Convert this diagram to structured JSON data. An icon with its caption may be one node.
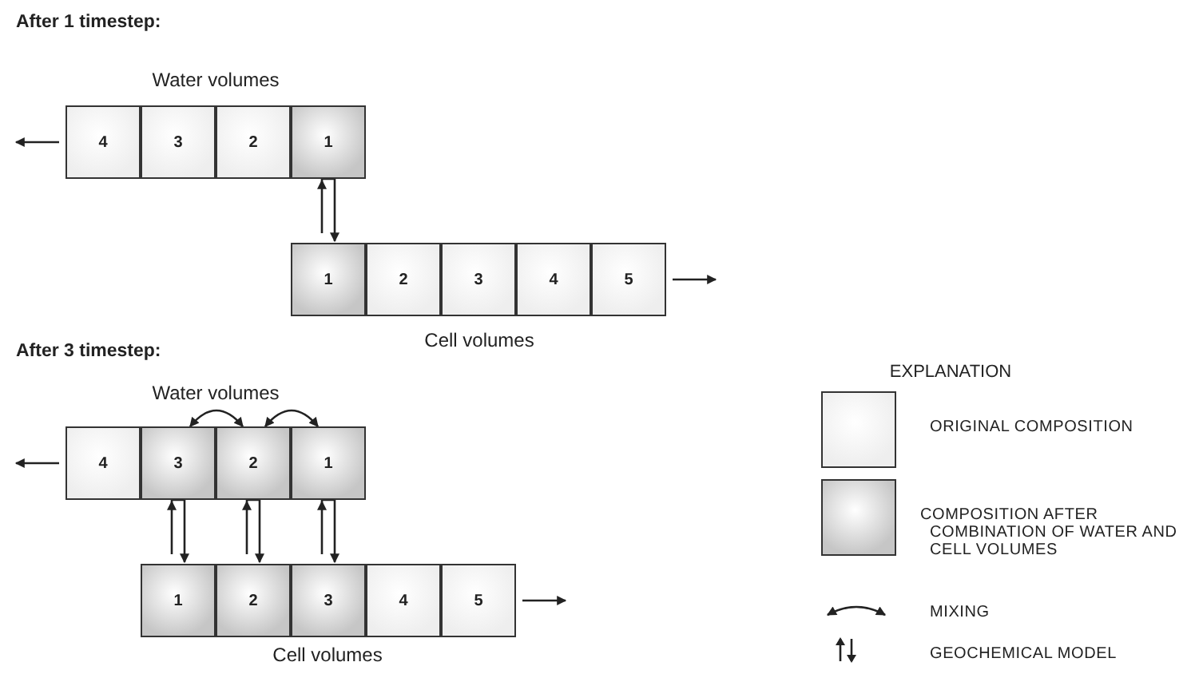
{
  "diagram": {
    "nodes": [
      {
        "text": [
          "4"
        ]
      },
      {
        "text": [
          "3"
        ]
      },
      {
        "text": [
          "2"
        ]
      },
      {
        "text": [
          "1"
        ]
      },
      {
        "text": [
          "1"
        ]
      },
      {
        "text": [
          "2"
        ]
      },
      {
        "text": [
          "3"
        ]
      },
      {
        "text": [
          "4"
        ]
      },
      {
        "text": [
          "5"
        ]
      },
      {
        "text": [
          "4"
        ]
      },
      {
        "text": [
          "3"
        ]
      },
      {
        "text": [
          "2"
        ]
      },
      {
        "text": [
          "1"
        ]
      },
      {
        "text": [
          "1"
        ]
      },
      {
        "text": [
          "2"
        ]
      },
      {
        "text": [
          "3"
        ]
      },
      {
        "text": [
          "4"
        ]
      },
      {
        "text": [
          "5"
        ]
      }
    ],
    "edges": [
      {
        "from": 3,
        "to": 4,
        "arrow": "both"
      },
      {
        "from": 0,
        "to": null,
        "arrow": "to"
      },
      {
        "from": 8,
        "to": null,
        "arrow": "to"
      },
      {
        "from": 10,
        "to": 13,
        "arrow": "both"
      },
      {
        "from": 11,
        "to": 14,
        "arrow": "both"
      },
      {
        "from": 12,
        "to": 15,
        "arrow": "both"
      },
      {
        "from": 10,
        "to": 11,
        "arrow": "both"
      },
      {
        "from": 11,
        "to": 12,
        "arrow": "both"
      },
      {
        "from": 9,
        "to": null,
        "arrow": "to"
      },
      {
        "from": 17,
        "to": null,
        "arrow": "to"
      }
    ],
    "labels": [
      "After 1 timestep:",
      "Water volumes",
      "Cell volumes",
      "After 3 timestep:",
      "Water volumes",
      "Cell volumes",
      "EXPLANATION"
    ],
    "legend": [
      {
        "text": "ORIGINAL COMPOSITION",
        "color": "#eeeeee"
      },
      {
        "text": "COMPOSITION AFTER COMBINATION OF WATER AND CELL VOLUMES",
        "color": "#c6c6c6"
      },
      {
        "text": "MIXING"
      },
      {
        "text": "GEOCHEMICAL MODEL"
      }
    ]
  }
}
